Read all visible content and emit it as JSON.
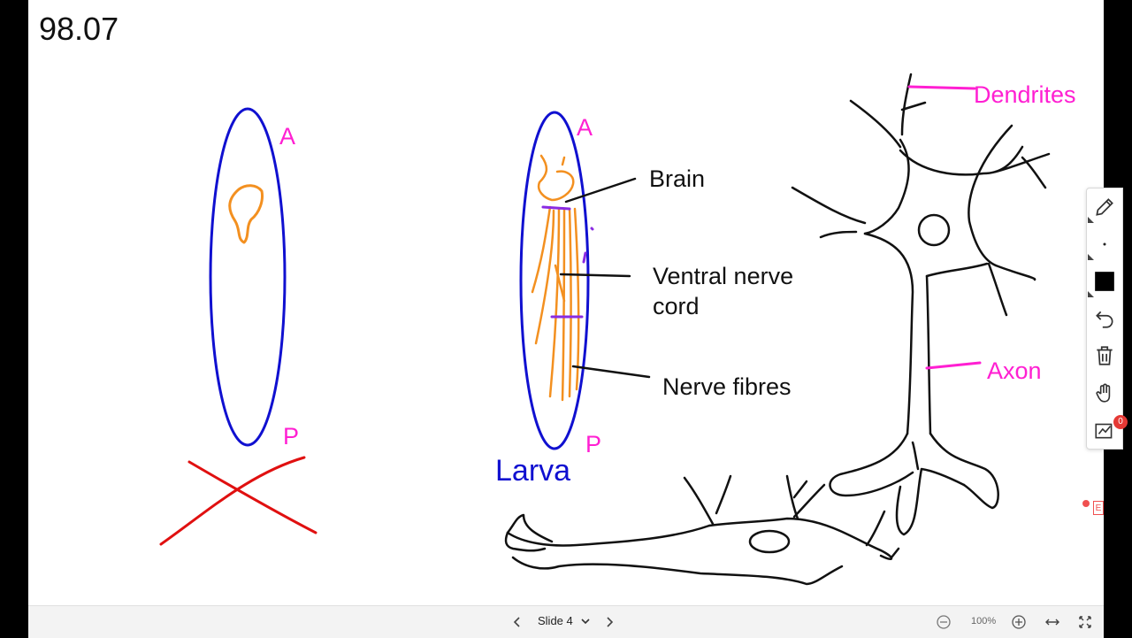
{
  "slide": {
    "timer": "98.07",
    "labels": {
      "a1": "A",
      "p1": "P",
      "a2": "A",
      "p2": "P",
      "larva": "Larva",
      "brain": "Brain",
      "ventral_line1": "Ventral nerve",
      "ventral_line2": "cord",
      "nerve_fibres": "Nerve fibres",
      "dendrites": "Dendrites",
      "axon": "Axon"
    }
  },
  "colors": {
    "ink_blue": "#1010d0",
    "ink_orange": "#f39020",
    "ink_magenta": "#ff1fd2",
    "ink_red": "#e01010",
    "ink_purple": "#8a2be2",
    "ink_black": "#111111"
  },
  "toolbar": {
    "tools": [
      "pencil-icon",
      "dot-size-icon",
      "color-swatch",
      "undo-icon",
      "trash-icon",
      "hand-icon",
      "chart-icon"
    ],
    "notification_count": "0"
  },
  "bottom_bar": {
    "slide_label": "Slide 4",
    "zoom": "100%"
  },
  "recording_tag": "E"
}
